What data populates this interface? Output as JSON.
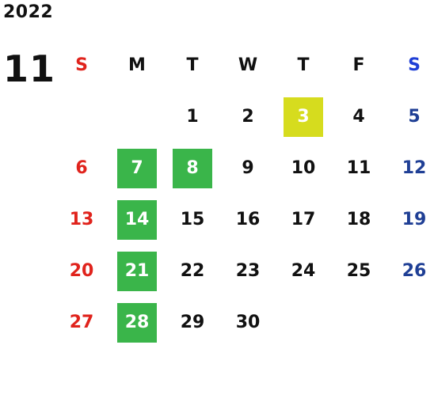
{
  "calendar": {
    "year": "2022",
    "month": "11",
    "weekdays": [
      "S",
      "M",
      "T",
      "W",
      "T",
      "F",
      "S"
    ],
    "highlight_colors": {
      "green": "#3ab54a",
      "yellow": "#d6dc1e",
      "sunday": "#e0231c",
      "saturday": "#1f3f95"
    },
    "days": [
      "",
      "",
      "1",
      "2",
      "3",
      "4",
      "5",
      "6",
      "7",
      "8",
      "9",
      "10",
      "11",
      "12",
      "13",
      "14",
      "15",
      "16",
      "17",
      "18",
      "19",
      "20",
      "21",
      "22",
      "23",
      "24",
      "25",
      "26",
      "27",
      "28",
      "29",
      "30",
      "",
      "",
      ""
    ],
    "highlights": {
      "green": [
        "7",
        "8",
        "14",
        "21",
        "28"
      ],
      "yellow": [
        "3"
      ]
    }
  }
}
